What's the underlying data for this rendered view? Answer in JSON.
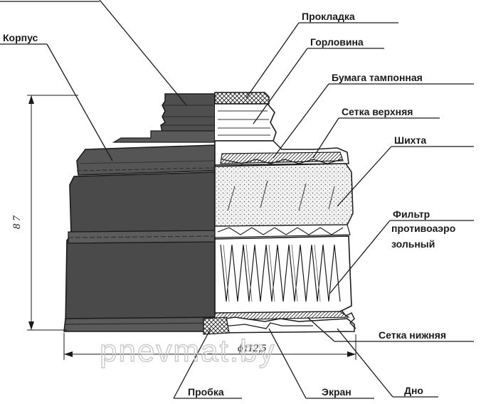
{
  "labels": {
    "korpus": "Корпус",
    "prokladka": "Прокладка",
    "gorlovina": "Горловина",
    "bumaga": "Бумага тампонная",
    "setka_verh": "Сетка верхняя",
    "shihta": "Шихта",
    "filtr_1": "Фильтр",
    "filtr_2": "противоаэро",
    "filtr_3": "зольный",
    "setka_niz": "Сетка нижняя",
    "dno": "Дно",
    "ekran": "Экран",
    "probka": "Пробка"
  },
  "dimensions": {
    "height": "8 7",
    "diameter": "ϕ112,5"
  },
  "watermark": "pnevmat.by",
  "colors": {
    "ink": "#1a1a1a",
    "body_dark": "#4a4a4a",
    "body_mid": "#5c5c5c",
    "charcoal": "#d9d9d9"
  }
}
